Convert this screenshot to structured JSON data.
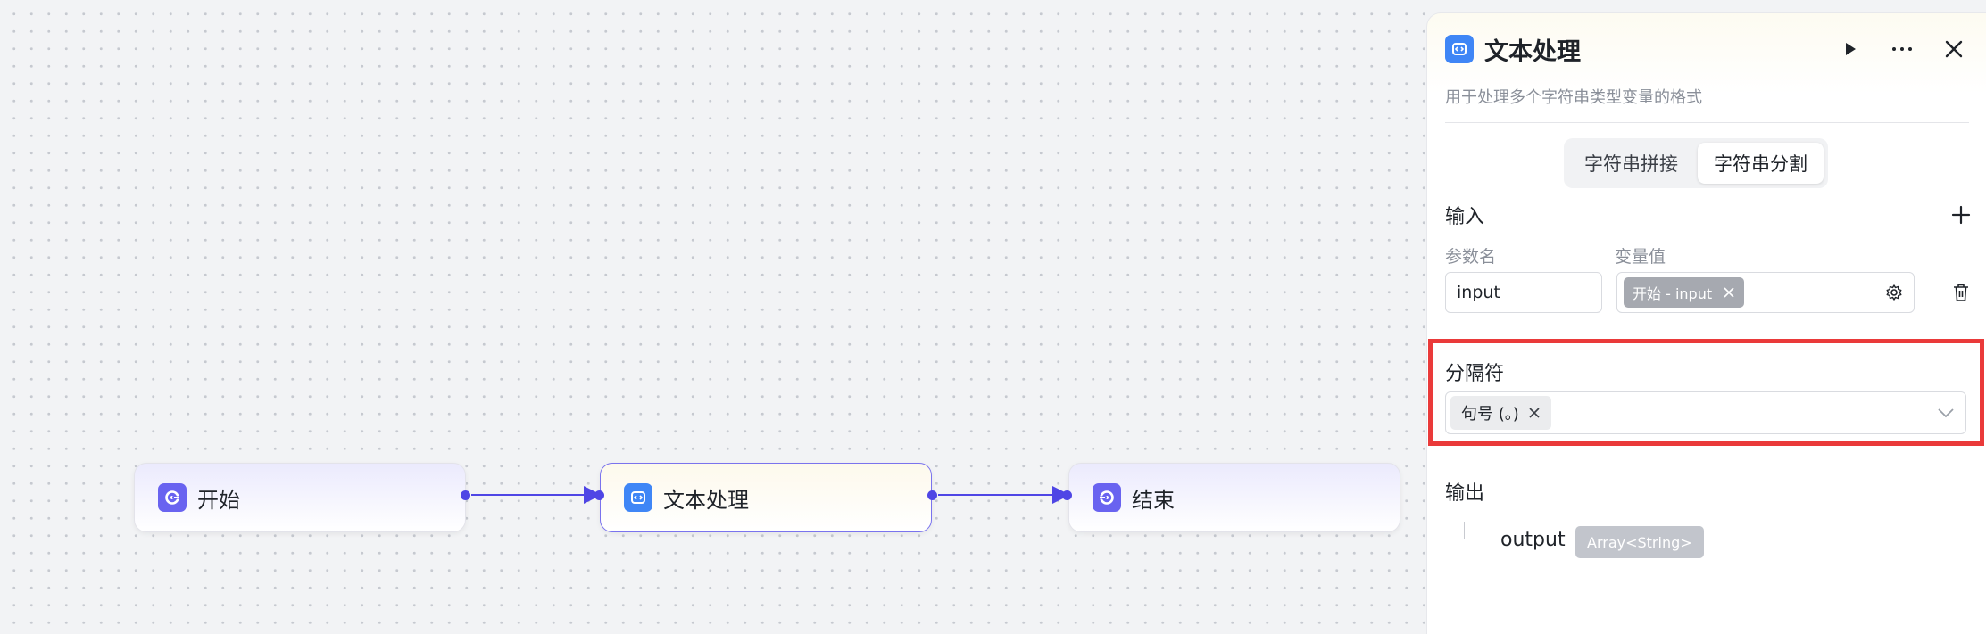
{
  "canvas": {
    "nodes": [
      {
        "label": "开始",
        "icon": "start-icon"
      },
      {
        "label": "文本处理",
        "icon": "text-process-icon"
      },
      {
        "label": "结束",
        "icon": "end-icon"
      }
    ],
    "edge_color": "#4f46e5"
  },
  "panel": {
    "title": "文本处理",
    "description": "用于处理多个字符串类型变量的格式",
    "tabs": [
      {
        "label": "字符串拼接",
        "active": false
      },
      {
        "label": "字符串分割",
        "active": true
      }
    ],
    "input": {
      "title": "输入",
      "param_col": "参数名",
      "value_col": "变量值",
      "row": {
        "name": "input",
        "value_chip": "开始 - input"
      }
    },
    "separator": {
      "title": "分隔符",
      "selected": "句号 (。)"
    },
    "output": {
      "title": "输出",
      "name": "output",
      "type": "Array<String>"
    },
    "highlight_color": "#ea3a3a"
  }
}
